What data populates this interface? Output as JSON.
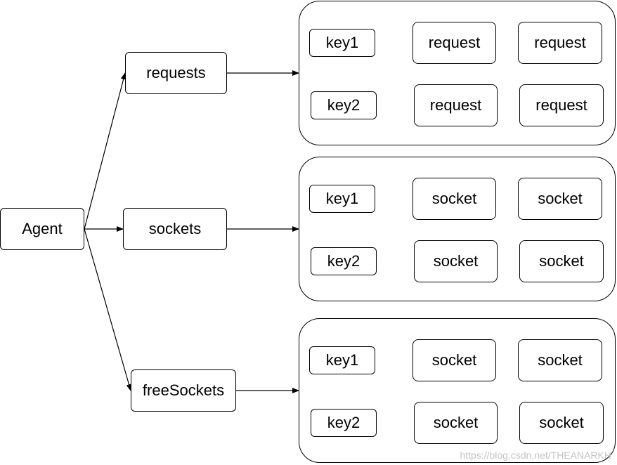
{
  "agent": {
    "label": "Agent"
  },
  "requests": {
    "label": "requests",
    "rows": [
      {
        "key": "key1",
        "items": [
          "request",
          "request"
        ]
      },
      {
        "key": "key2",
        "items": [
          "request",
          "request"
        ]
      }
    ]
  },
  "sockets": {
    "label": "sockets",
    "rows": [
      {
        "key": "key1",
        "items": [
          "socket",
          "socket"
        ]
      },
      {
        "key": "key2",
        "items": [
          "socket",
          "socket"
        ]
      }
    ]
  },
  "free_sockets": {
    "label": "freeSockets",
    "rows": [
      {
        "key": "key1",
        "items": [
          "socket",
          "socket"
        ]
      },
      {
        "key": "key2",
        "items": [
          "socket",
          "socket"
        ]
      }
    ]
  },
  "watermark": "https://blog.csdn.net/THEANARKH",
  "colors": {
    "stroke": "#000000",
    "watermark": "#c4c4c4"
  }
}
